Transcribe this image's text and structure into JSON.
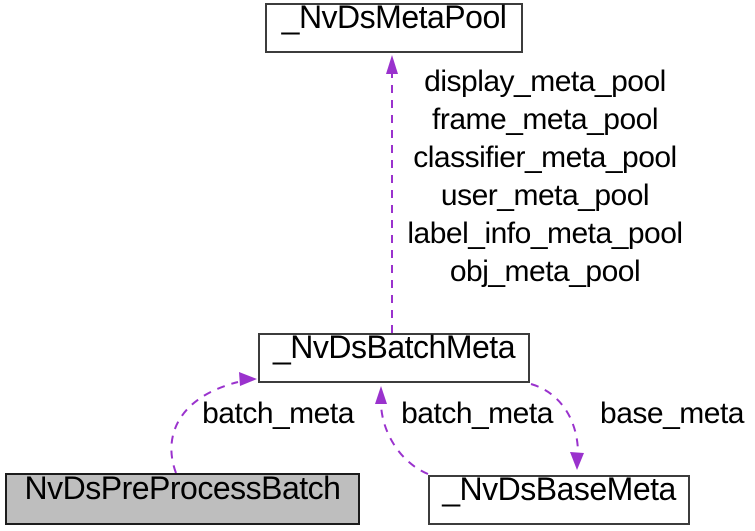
{
  "diagram": {
    "type": "collaboration-graph",
    "nodes": [
      {
        "id": "metapool",
        "label": "_NvDsMetaPool"
      },
      {
        "id": "batchmeta",
        "label": "_NvDsBatchMeta"
      },
      {
        "id": "preprocess",
        "label": "NvDsPreProcessBatch"
      },
      {
        "id": "basemeta",
        "label": "_NvDsBaseMeta"
      }
    ],
    "edges": {
      "pool_labels": [
        "display_meta_pool",
        "frame_meta_pool",
        "classifier_meta_pool",
        "user_meta_pool",
        "label_info_meta_pool",
        "obj_meta_pool"
      ],
      "batch_meta_left": "batch_meta",
      "batch_meta_mid": "batch_meta",
      "base_meta": "base_meta"
    },
    "colors": {
      "arrow": "#9a32cd",
      "border": "#3c3c3c",
      "node_fill": "#ffffff",
      "highlight_fill": "#bebebe"
    }
  }
}
